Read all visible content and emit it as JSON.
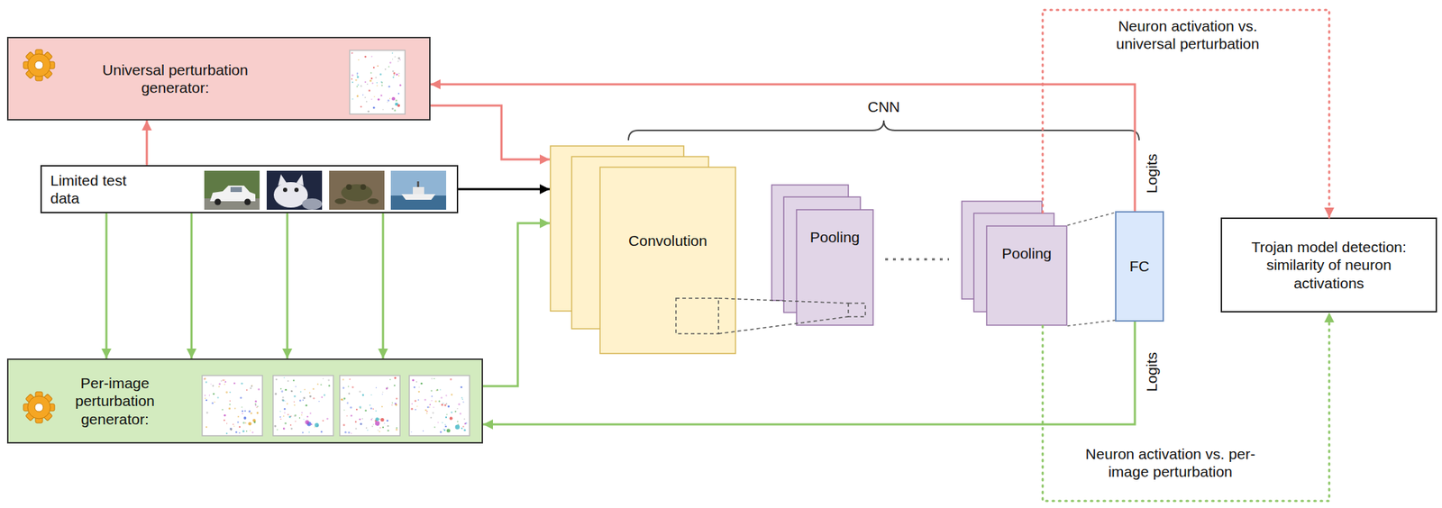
{
  "diagram": {
    "nodes": [
      {
        "text": [
          "Universal perturbation generator:"
        ]
      },
      {
        "text": [
          "Limited test data"
        ]
      },
      {
        "text": [
          "Per-image perturbation generator:"
        ]
      },
      {
        "text": [
          "Convolution"
        ]
      },
      {
        "text": [
          "Pooling"
        ]
      },
      {
        "text": [
          "Pooling"
        ]
      },
      {
        "text": [
          "FC"
        ]
      },
      {
        "text": [
          "Trojan model detection: similarity of neuron activations"
        ]
      }
    ],
    "edges": [
      {
        "from": 1,
        "to": 0,
        "arrow": "to"
      },
      {
        "from": 0,
        "to": 3,
        "arrow": "to"
      },
      {
        "from": 1,
        "to": 3,
        "arrow": "to"
      },
      {
        "from": 1,
        "to": 2,
        "arrow": "to"
      },
      {
        "from": 1,
        "to": 2,
        "arrow": "to"
      },
      {
        "from": 1,
        "to": 2,
        "arrow": "to"
      },
      {
        "from": 1,
        "to": 2,
        "arrow": "to"
      },
      {
        "from": 2,
        "to": 3,
        "arrow": "to"
      },
      {
        "from": 6,
        "to": 0,
        "label": "Logits",
        "arrow": "to"
      },
      {
        "from": 6,
        "to": 2,
        "label": "Logits",
        "arrow": "to"
      },
      {
        "from": 5,
        "to": 7,
        "label": "Neuron activation vs. universal perturbation",
        "arrow": "to"
      },
      {
        "from": 5,
        "to": 7,
        "label": "Neuron activation vs. per-image perturbation",
        "arrow": "to"
      }
    ],
    "labels": [
      "CNN"
    ]
  }
}
